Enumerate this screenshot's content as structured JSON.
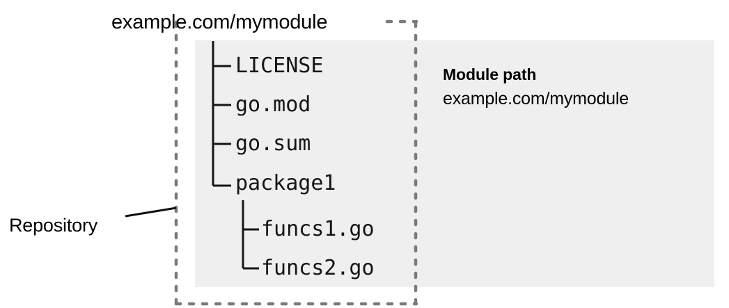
{
  "diagram": {
    "module_title": "example.com/mymodule",
    "repository_label": "Repository",
    "colors": {
      "module_panel": "#efefef",
      "dashed_border": "#7a7a7a",
      "text": "#000000",
      "tree_text": "#151515",
      "background": "#ffffff"
    }
  },
  "tree": {
    "items": [
      {
        "name": "LICENSE",
        "connector": "branch",
        "level": 1
      },
      {
        "name": "go.mod",
        "connector": "branch",
        "level": 1
      },
      {
        "name": "go.sum",
        "connector": "branch",
        "level": 1
      },
      {
        "name": "package1",
        "connector": "last",
        "level": 1
      },
      {
        "name": "funcs1.go",
        "connector": "branch",
        "level": 2
      },
      {
        "name": "funcs2.go",
        "connector": "last",
        "level": 2
      }
    ]
  },
  "annotation": {
    "title": "Module path",
    "value": "example.com/mymodule"
  }
}
